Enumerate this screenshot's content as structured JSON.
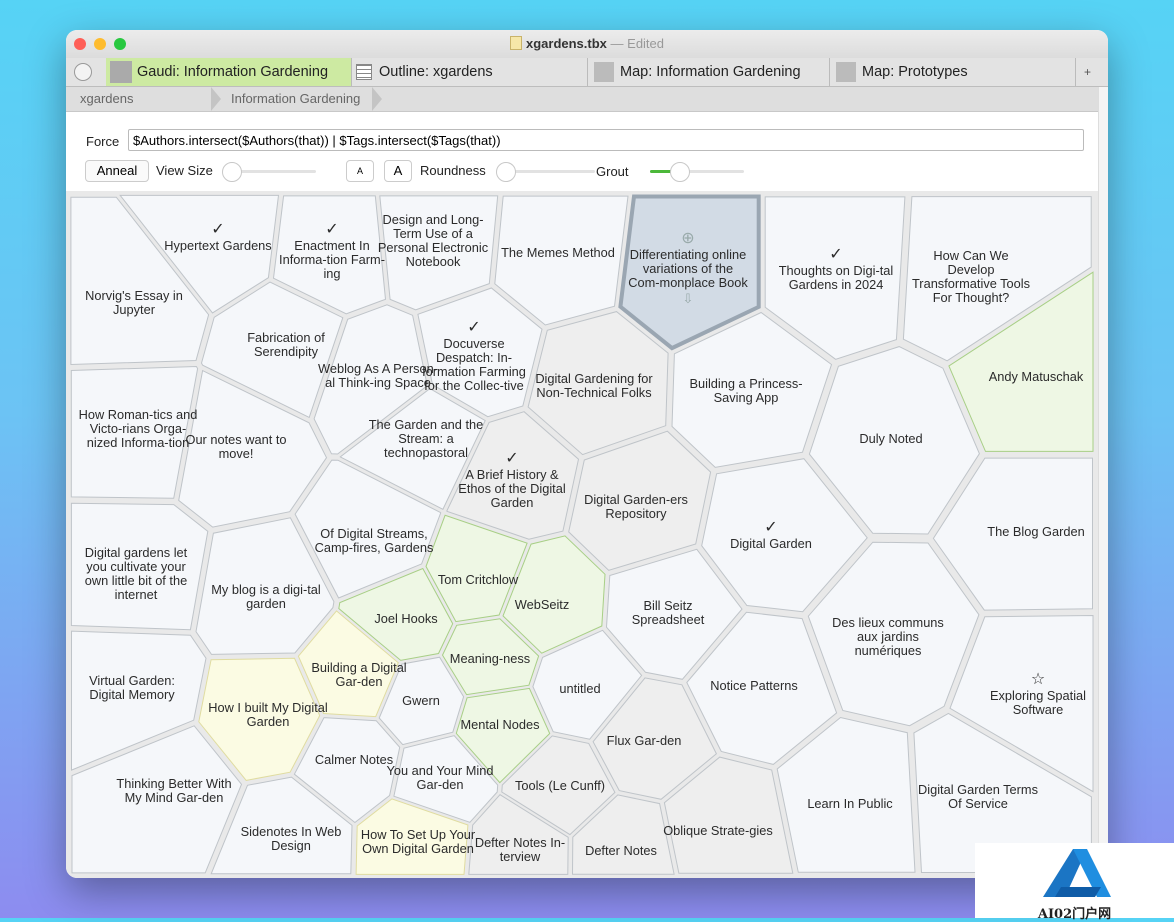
{
  "window": {
    "title": "xgardens.tbx",
    "title_suffix": "— Edited"
  },
  "tabs": [
    {
      "label": "Gaudi: Information Gardening",
      "active": true
    },
    {
      "label": "Outline: xgardens"
    },
    {
      "label": "Map: Information Gardening"
    },
    {
      "label": "Map: Prototypes"
    }
  ],
  "tab_add": "+",
  "breadcrumb": [
    "xgardens",
    "Information Gardening"
  ],
  "force": {
    "label": "Force",
    "value": "$Authors.intersect($Authors(that)) | $Tags.intersect($Tags(that))"
  },
  "toolbar": {
    "anneal": "Anneal",
    "view_size": "View Size",
    "font_small": "A",
    "font_large": "A",
    "roundness": "Roundness",
    "grout": "Grout",
    "view_size_level": 0.0,
    "roundness_level": 0.0,
    "grout_level": 0.3
  },
  "colors": {
    "selected": "#d2dbe5",
    "accent": "#4cb83a",
    "green_cell": "#eef7e4",
    "yellow_cell": "#fbfbe3",
    "gray_cell": "#eeeeee",
    "default_cell": "#f5f7fa"
  },
  "cells": [
    {
      "label": "Hypertext Gardens",
      "check": "✓"
    },
    {
      "label": "Enactment In Informa-tion Farm-ing",
      "check": "✓"
    },
    {
      "label": "Design and Long-Term Use of a Personal Electronic Notebook"
    },
    {
      "label": "The Memes Method"
    },
    {
      "label": "Differentiating online variations of the Com-monplace Book",
      "selected": true
    },
    {
      "label": "Thoughts on Digi-tal Gardens in 2024",
      "check": "✓"
    },
    {
      "label": "How Can We Develop Transformative Tools For Thought?"
    },
    {
      "label": "Norvig's Essay in Jupyter"
    },
    {
      "label": "Fabrication of Serendipity"
    },
    {
      "label": "Weblog As A Person-al Think-ing Space"
    },
    {
      "label": "Docuverse Despatch: In-formation Farming for the Collec-tive",
      "check": "✓"
    },
    {
      "label": "Digital Gardening for Non-Technical Folks"
    },
    {
      "label": "Building a Princess-Saving App"
    },
    {
      "label": "Andy Matuschak"
    },
    {
      "label": "How Roman-tics and Victo-rians Orga-nized Informa-tion"
    },
    {
      "label": "Our notes want to move!"
    },
    {
      "label": "The Garden and the Stream: a technopastoral"
    },
    {
      "label": "A Brief History & Ethos of the Digital Garden",
      "check": "✓"
    },
    {
      "label": "Duly Noted"
    },
    {
      "label": "Digital Garden-ers Repository"
    },
    {
      "label": "Digital Garden",
      "check": "✓"
    },
    {
      "label": "The Blog Garden"
    },
    {
      "label": "Digital gardens let you cultivate your own little bit of the internet"
    },
    {
      "label": "My blog is a digi-tal garden"
    },
    {
      "label": "Of Digital Streams, Camp-fires, Gardens"
    },
    {
      "label": "Tom Critchlow"
    },
    {
      "label": "WebSeitz"
    },
    {
      "label": "Bill Seitz Spreadsheet"
    },
    {
      "label": "Des lieux communs aux jardins numériques"
    },
    {
      "label": "Joel Hooks"
    },
    {
      "label": "Building a Digital Gar-den"
    },
    {
      "label": "Meaning-ness"
    },
    {
      "label": "Virtual Garden: Digital Memory"
    },
    {
      "label": "How I built My Digital Garden"
    },
    {
      "label": "Gwern"
    },
    {
      "label": "untitled"
    },
    {
      "label": "Notice Patterns"
    },
    {
      "label": "Exploring Spatial Software",
      "check": "☆"
    },
    {
      "label": "Mental Nodes"
    },
    {
      "label": "Flux Gar-den"
    },
    {
      "label": "Calmer Notes"
    },
    {
      "label": "You and Your Mind Gar-den"
    },
    {
      "label": "Thinking Better With My Mind Gar-den"
    },
    {
      "label": "Tools (Le Cunff)"
    },
    {
      "label": "Learn In Public"
    },
    {
      "label": "Digital Garden Terms Of Service"
    },
    {
      "label": "Oblique Strate-gies"
    },
    {
      "label": "How To Set Up Your Own Digital Garden"
    },
    {
      "label": "Defter Notes In-terview"
    },
    {
      "label": "Defter Notes"
    },
    {
      "label": "Sidenotes In Web Design"
    }
  ],
  "watermark": "AI02门户网"
}
